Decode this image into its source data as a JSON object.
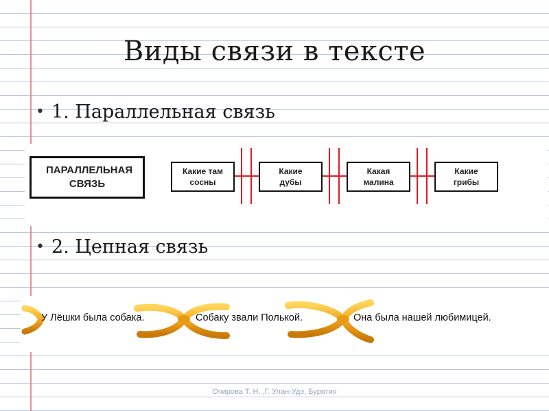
{
  "slide": {
    "title": "Виды связи в тексте",
    "bullets": [
      "1. Параллельная связь",
      "2. Цепная связь"
    ],
    "bullet_glyph": "•"
  },
  "parallel_diagram": {
    "main_label": "ПАРАЛЛЕЛЬНАЯ СВЯЗЬ",
    "boxes": [
      "Какие там сосны",
      "Какие дубы",
      "Какая малина",
      "Какие грибы"
    ],
    "connector_color": "#e11b22"
  },
  "chain_diagram": {
    "sentences": [
      "У Лёшки была собака.",
      "Собаку звали Полькой.",
      "Она была нашей любимицей."
    ],
    "link_color": "#f0a020"
  },
  "footer": {
    "text": "Очирова Т. Н. ,Г. Улан-Удэ, Бурятия"
  }
}
